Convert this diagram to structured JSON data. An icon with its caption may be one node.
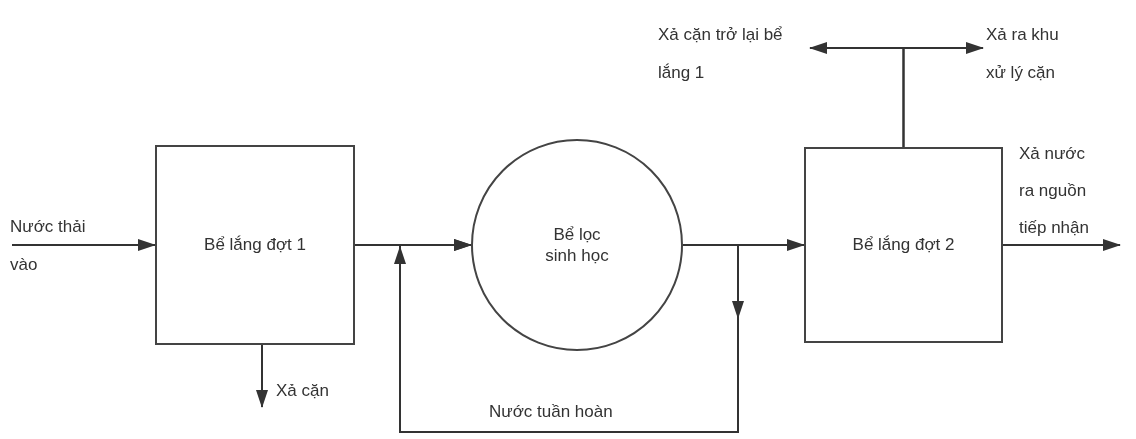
{
  "diagram": {
    "nodes": [
      {
        "text": [
          "Nước thải vào"
        ]
      },
      {
        "text": [
          "Bể lắng đợt 1"
        ]
      },
      {
        "text": [
          "Bể lọc sinh học"
        ]
      },
      {
        "text": [
          "Bể lắng đợt 2"
        ]
      },
      {
        "text": [
          "Xả cặn"
        ]
      },
      {
        "text": [
          "Xả cặn trở lại bể lắng 1"
        ]
      },
      {
        "text": [
          "Xả ra khu xử lý cặn"
        ]
      },
      {
        "text": [
          "Xả nước ra nguồn tiếp nhận"
        ]
      }
    ],
    "edges": [
      {
        "from": 0,
        "to": 1,
        "arrow": "to"
      },
      {
        "from": 1,
        "to": 4,
        "arrow": "to"
      },
      {
        "from": 1,
        "to": 2,
        "arrow": "to"
      },
      {
        "from": 2,
        "to": 3,
        "arrow": "to"
      },
      {
        "from": 2,
        "to": 2,
        "arrow": "to",
        "label": "Nước tuần hoàn"
      },
      {
        "from": 3,
        "to": 5,
        "arrow": "to"
      },
      {
        "from": 3,
        "to": 6,
        "arrow": "to"
      },
      {
        "from": 3,
        "to": 7,
        "arrow": "to"
      }
    ]
  }
}
